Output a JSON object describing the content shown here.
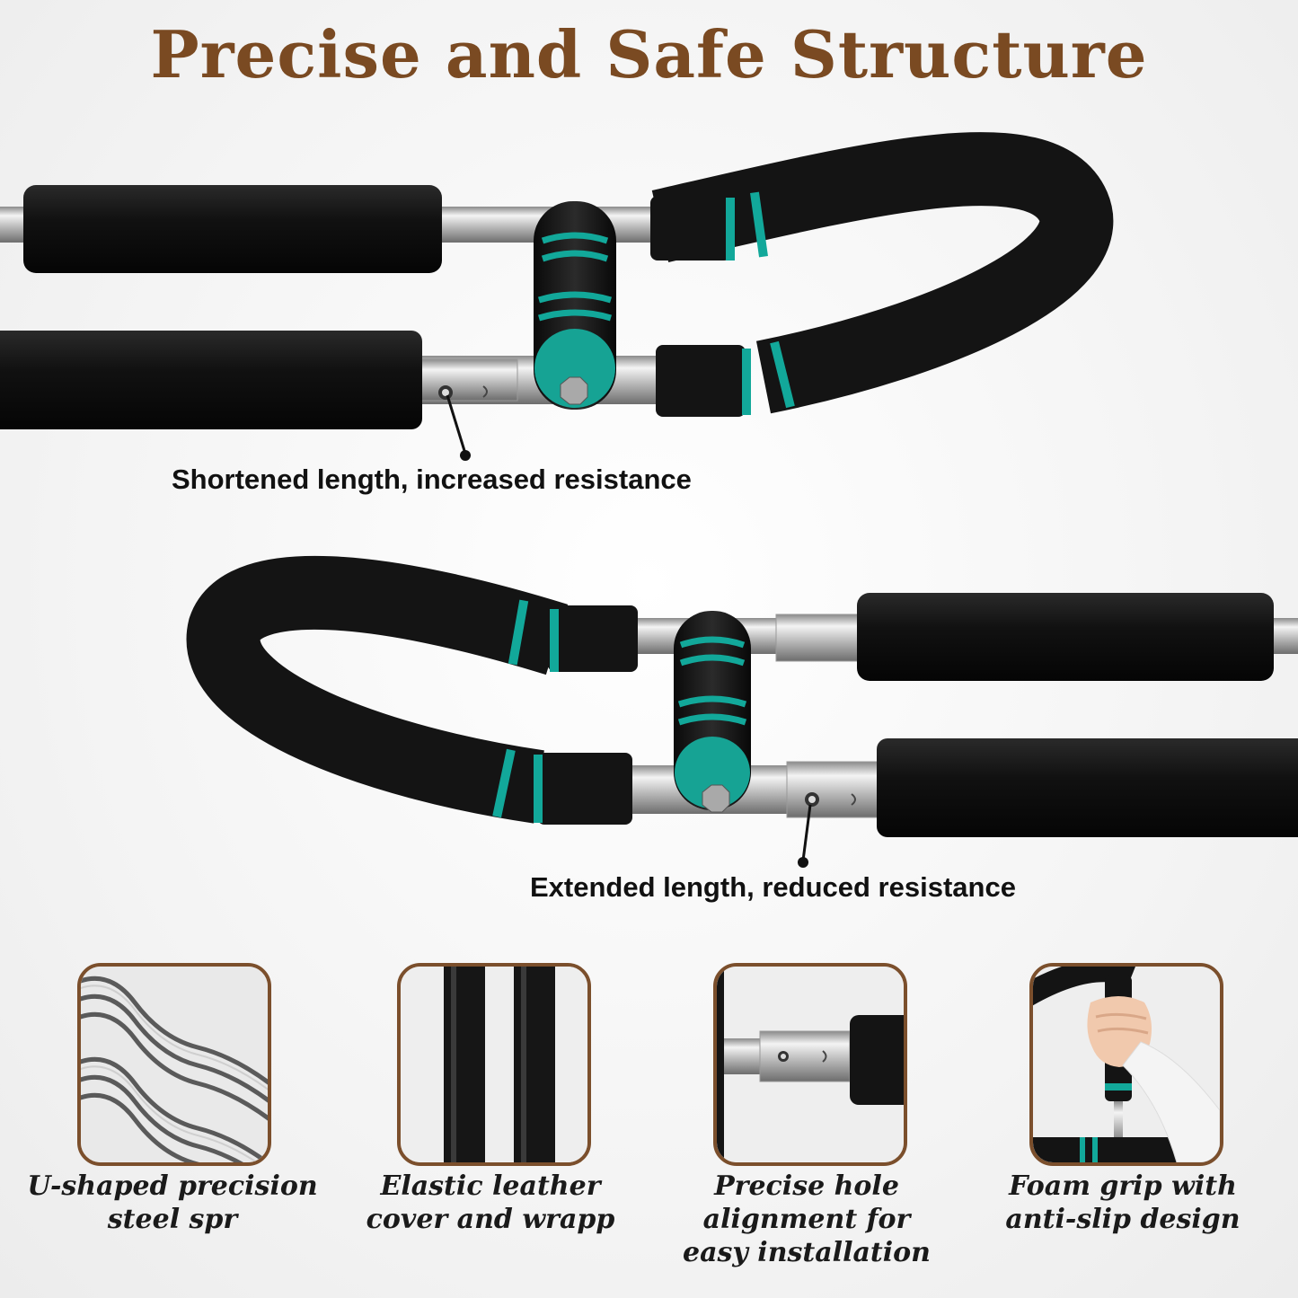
{
  "title": "Precise and Safe Structure",
  "callouts": {
    "top": "Shortened length, increased resistance",
    "bottom": "Extended length, reduced resistance"
  },
  "features": [
    {
      "icon": "spring-coil-icon",
      "label_lines": [
        "U-shaped precision",
        "steel spr"
      ]
    },
    {
      "icon": "leather-cover-icon",
      "label_lines": [
        "Elastic leather",
        "cover and wrapp"
      ]
    },
    {
      "icon": "hole-alignment-icon",
      "label_lines": [
        "Precise hole",
        "alignment for",
        "easy installation"
      ]
    },
    {
      "icon": "foam-grip-icon",
      "label_lines": [
        "Foam grip with",
        "anti-slip design"
      ]
    }
  ],
  "colors": {
    "title": "#7a4a22",
    "frame": "#7b4f2c",
    "foam": "#141414",
    "teal": "#12a89a",
    "steel": "#c9c9c9"
  }
}
